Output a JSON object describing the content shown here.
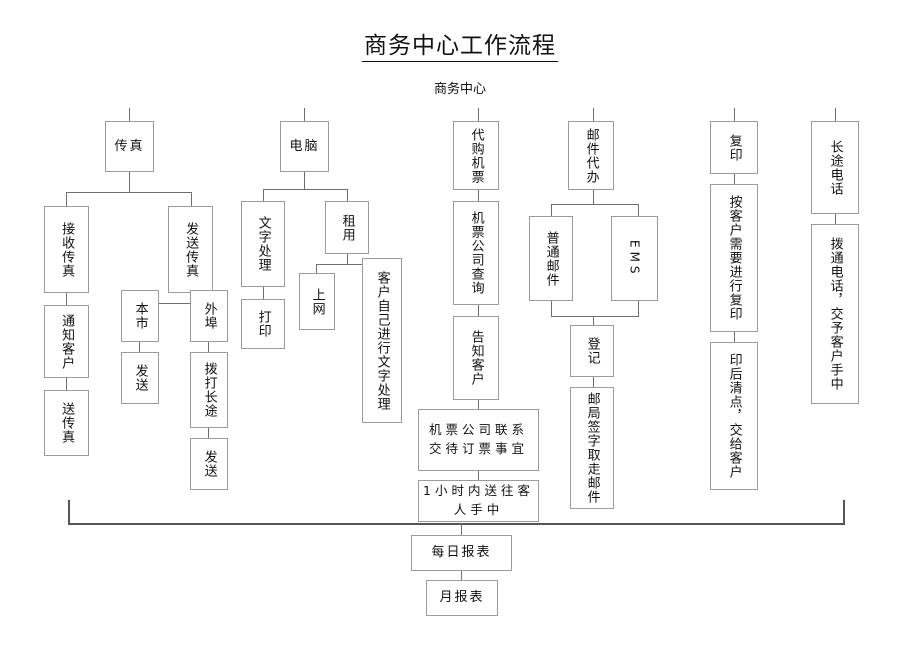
{
  "header": {
    "title": "商务中心工作流程",
    "subtitle": "商务中心"
  },
  "chart_data": {
    "type": "diagram",
    "title": "商务中心工作流程",
    "subtitle": "商务中心",
    "orientation": "top-down tree with 6 root branches merging into a summary bar",
    "branches": [
      {
        "root": "传真",
        "children": [
          {
            "label": "接收传真",
            "children": [
              {
                "label": "通知客户",
                "children": [
                  {
                    "label": "送传真"
                  }
                ]
              }
            ]
          },
          {
            "label": "发送传真",
            "children": [
              {
                "label": "本市",
                "children": [
                  {
                    "label": "发送"
                  }
                ]
              },
              {
                "label": "外埠",
                "children": [
                  {
                    "label": "拨打长途",
                    "children": [
                      {
                        "label": "发送"
                      }
                    ]
                  }
                ]
              }
            ]
          }
        ]
      },
      {
        "root": "电脑",
        "children": [
          {
            "label": "文字处理",
            "children": [
              {
                "label": "打印"
              }
            ]
          },
          {
            "label": "租用",
            "children": [
              {
                "label": "上网"
              },
              {
                "label": "客户自己进行文字处理"
              }
            ]
          }
        ]
      },
      {
        "root": "代购机票",
        "children": [
          {
            "label": "机票公司查询",
            "children": [
              {
                "label": "告知客户",
                "children": [
                  {
                    "label": "机票公司联系交待订票事宜",
                    "children": [
                      {
                        "label": "1小时内送往客人手中"
                      }
                    ]
                  }
                ]
              }
            ]
          }
        ]
      },
      {
        "root": "邮件代办",
        "children": [
          {
            "label": "普通邮件"
          },
          {
            "label": "EMS"
          }
        ],
        "merge": {
          "label": "登记",
          "children": [
            {
              "label": "邮局签字取走邮件"
            }
          ]
        }
      },
      {
        "root": "复印",
        "children": [
          {
            "label": "按客户需要进行复印",
            "children": [
              {
                "label": "印后清点，交给客户"
              }
            ]
          }
        ]
      },
      {
        "root": "长途电话",
        "children": [
          {
            "label": "拨通电话，交予客户手中"
          }
        ]
      }
    ],
    "footer_chain": [
      "每日报表",
      "月报表"
    ]
  },
  "nodes": {
    "fax_root": "传真",
    "fax_receive": "接收传真",
    "fax_notify": "通知客户",
    "fax_deliver": "送传真",
    "fax_send": "发送传真",
    "fax_local": "本市",
    "fax_local_send": "发送",
    "fax_remote": "外埠",
    "fax_dial_ld": "拨打长途",
    "fax_remote_send": "发送",
    "pc_root": "电脑",
    "pc_word": "文字处理",
    "pc_print": "打印",
    "pc_rent": "租用",
    "pc_internet": "上网",
    "pc_self": "客户自己进行文字处理",
    "ticket_root": "代购机票",
    "ticket_query": "机票公司查询",
    "ticket_inform": "告知客户",
    "ticket_contact": "机票公司联系交待订票事宜",
    "ticket_deliver": "1小时内送往客人手中",
    "mail_root": "邮件代办",
    "mail_ordinary": "普通邮件",
    "mail_ems": "EMS",
    "mail_register": "登记",
    "mail_postoffice": "邮局签字取走邮件",
    "copy_root": "复印",
    "copy_do": "按客户需要进行复印",
    "copy_check": "印后清点，交给客户",
    "ld_root": "长途电话",
    "ld_dial": "拨通电话，交予客户手中",
    "report_daily": "每日报表",
    "report_monthly": "月报表"
  }
}
